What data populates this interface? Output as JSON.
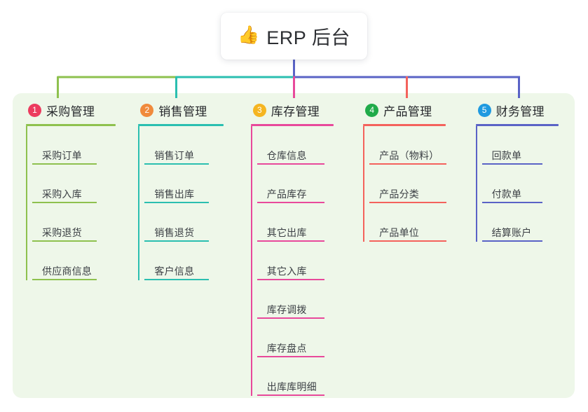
{
  "root": {
    "icon": "thumbs-up-icon",
    "icon_glyph": "👍",
    "title": "ERP 后台"
  },
  "theme": {
    "page_background": "#ffffff",
    "panel_background": "#eef7e9",
    "card_background": "#ffffff",
    "title_color": "#2d2f33",
    "leaf_text_color": "#3c4045"
  },
  "columns": [
    {
      "number": "1",
      "title": "采购管理",
      "badge_color": "#ec3b5e",
      "line_color": "#8ec14e",
      "items": [
        {
          "label": "采购订单"
        },
        {
          "label": "采购入库"
        },
        {
          "label": "采购退货"
        },
        {
          "label": "供应商信息"
        }
      ]
    },
    {
      "number": "2",
      "title": "销售管理",
      "badge_color": "#f08a3c",
      "line_color": "#2bbfb0",
      "items": [
        {
          "label": "销售订单"
        },
        {
          "label": "销售出库"
        },
        {
          "label": "销售退货"
        },
        {
          "label": "客户信息"
        }
      ]
    },
    {
      "number": "3",
      "title": "库存管理",
      "badge_color": "#f5b521",
      "line_color": "#e8499b",
      "items": [
        {
          "label": "仓库信息"
        },
        {
          "label": "产品库存"
        },
        {
          "label": "其它出库"
        },
        {
          "label": "其它入库"
        },
        {
          "label": "库存调拨"
        },
        {
          "label": "库存盘点"
        },
        {
          "label": "出库库明细"
        }
      ]
    },
    {
      "number": "4",
      "title": "产品管理",
      "badge_color": "#20ab4a",
      "line_color": "#f4625c",
      "items": [
        {
          "label": "产品（物料）"
        },
        {
          "label": "产品分类"
        },
        {
          "label": "产品单位"
        }
      ]
    },
    {
      "number": "5",
      "title": "财务管理",
      "badge_color": "#1f9ae0",
      "line_color": "#5a63c6",
      "items": [
        {
          "label": "回款单"
        },
        {
          "label": "付款单"
        },
        {
          "label": "结算账户"
        }
      ]
    }
  ]
}
